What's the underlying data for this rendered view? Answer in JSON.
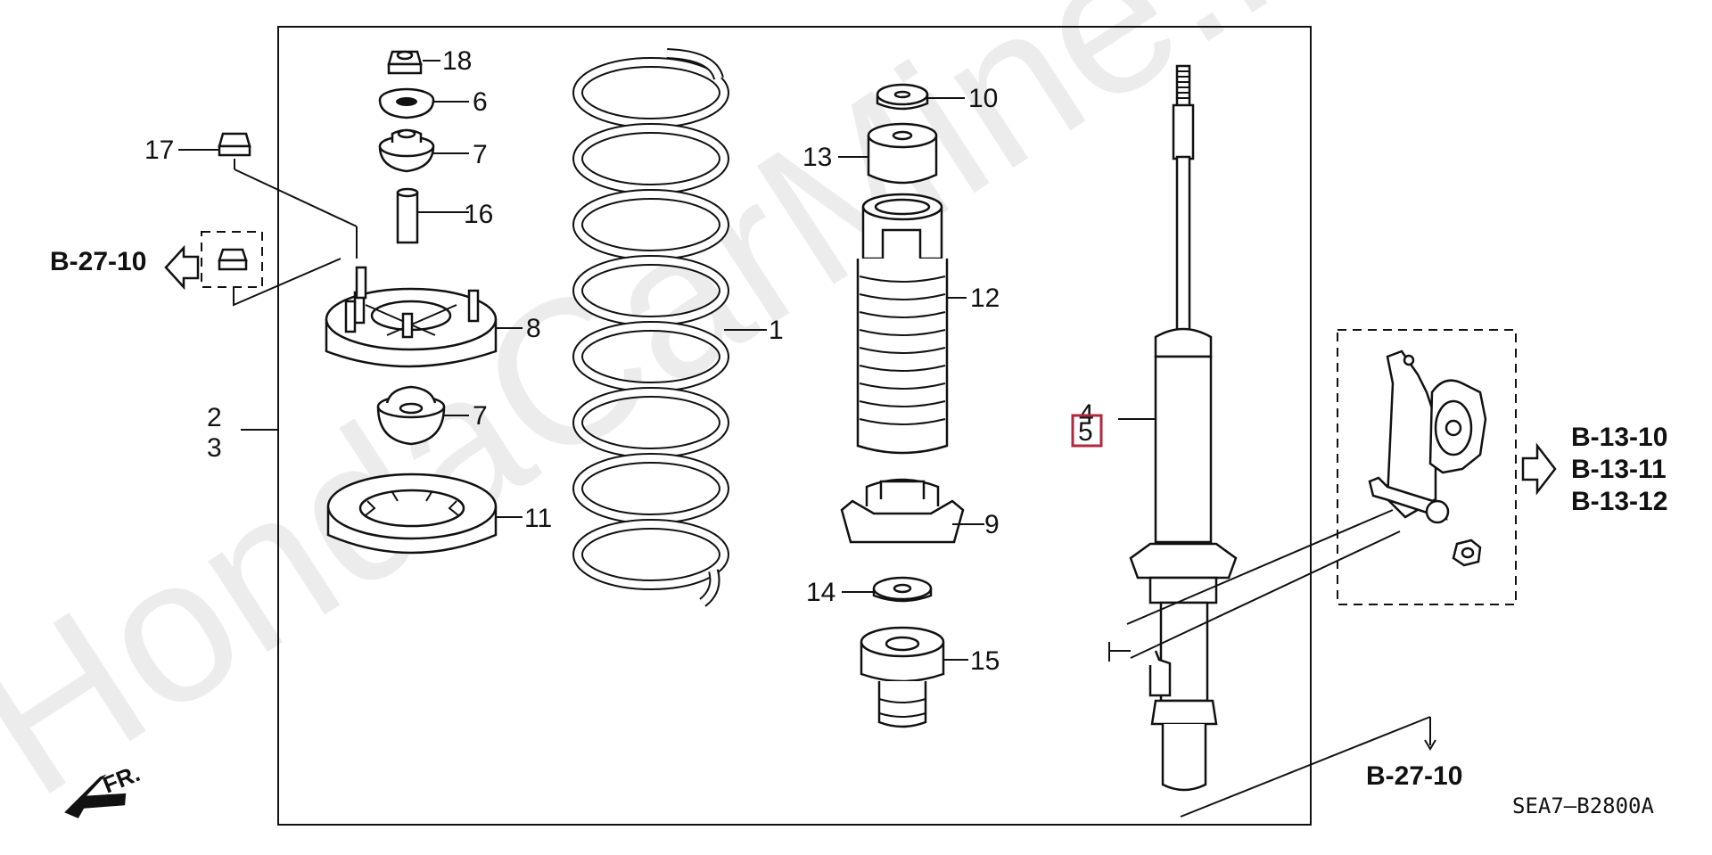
{
  "watermark": "HondaCarMine.ru",
  "diagram_code": "SEA7—B2800A",
  "front_marker": "FR.",
  "references": {
    "top_left": "B-27-10",
    "bottom_right": "B-27-10",
    "right_1": "B-13-10",
    "right_2": "B-13-11",
    "right_3": "B-13-12"
  },
  "callouts": {
    "p1": "1",
    "p2": "2",
    "p3": "3",
    "p4": "4",
    "p5": "5",
    "p6": "6",
    "p7a": "7",
    "p7b": "7",
    "p8": "8",
    "p9": "9",
    "p10": "10",
    "p11": "11",
    "p12": "12",
    "p13": "13",
    "p14": "14",
    "p15": "15",
    "p16": "16",
    "p17": "17",
    "p18": "18"
  },
  "colors": {
    "highlight_box": "#b0283c",
    "ink": "#111111"
  }
}
